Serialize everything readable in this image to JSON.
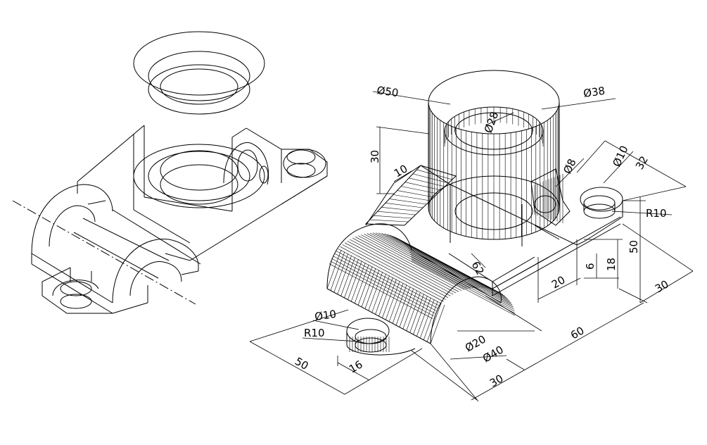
{
  "dimensions": {
    "phi50": "Ø50",
    "phi38": "Ø38",
    "phi28": "Ø28",
    "phi8": "Ø8",
    "phi10_right": "Ø10",
    "d30_vert": "30",
    "d10_rib": "10",
    "d32": "32",
    "r10_right": "R10",
    "d50_right": "50",
    "d18": "18",
    "d6": "6",
    "d20": "20",
    "d30_right": "30",
    "d60": "60",
    "d30_bottom": "30",
    "d62": "62",
    "phi20": "Ø20",
    "phi40": "Ø40",
    "phi10_left": "Ø10",
    "r10_left": "R10",
    "d50_left": "50",
    "d16": "16"
  }
}
